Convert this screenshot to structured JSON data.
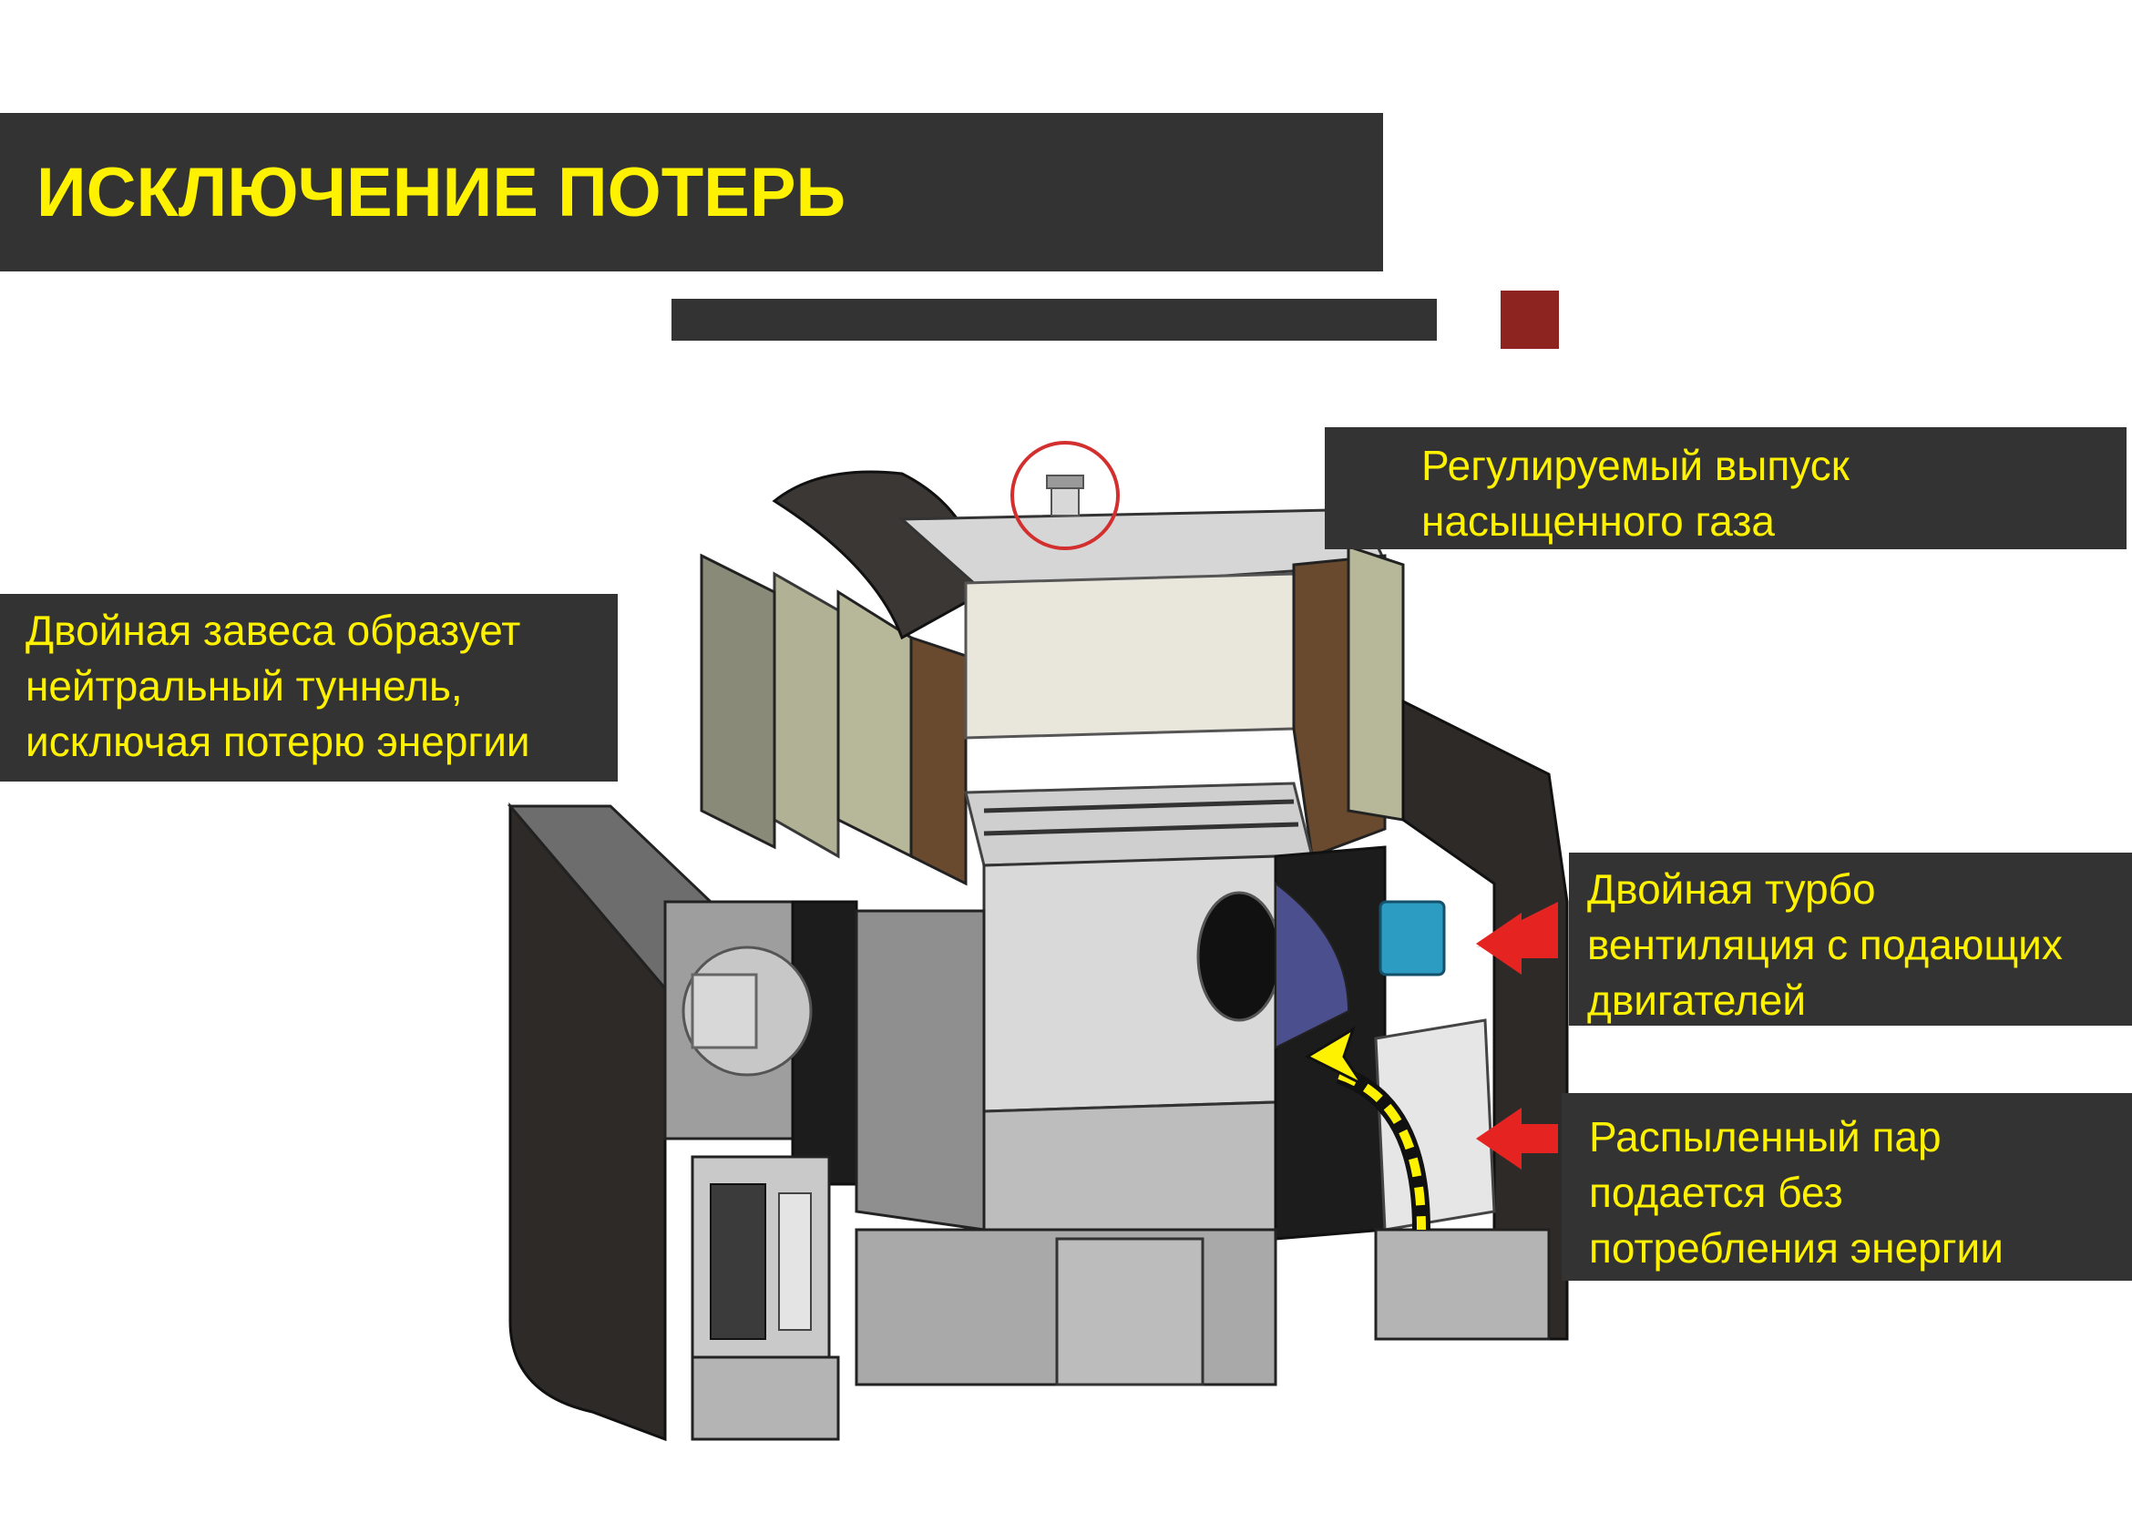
{
  "header": {
    "title": "ИСКЛЮЧЕНИЕ ПОТЕРЬ"
  },
  "colors": {
    "title_text": "#fff200",
    "panel": "#333333",
    "accent_square": "#8e2420",
    "arrow": "#e52421",
    "callout_text": "#fff200"
  },
  "callouts": {
    "outlet": {
      "lines": [
        "Регулируемый выпуск",
        "насыщенного газа"
      ]
    },
    "curtain": {
      "lines": [
        "Двойная завеса образует",
        "нейтральный туннель,",
        "исключая потерю энергии"
      ]
    },
    "turbo": {
      "lines": [
        "Двойная турбо",
        "вентиляция с подающих",
        "двигателей"
      ]
    },
    "steam": {
      "lines": [
        "Распыленный пар",
        "подается без",
        "потребления энергии"
      ]
    }
  },
  "icons": [
    "machine-cutaway-illustration",
    "red-arrow-icon",
    "yellow-airflow-arrow-icon",
    "outlet-valve-icon"
  ]
}
